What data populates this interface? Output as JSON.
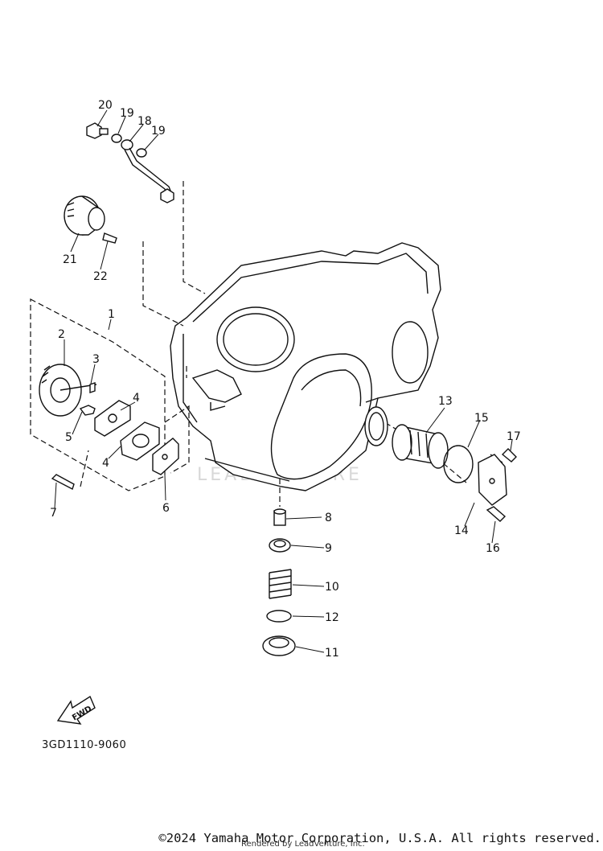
{
  "callouts": [
    {
      "id": "1",
      "text": "1"
    },
    {
      "id": "2",
      "text": "2"
    },
    {
      "id": "3",
      "text": "3"
    },
    {
      "id": "4a",
      "text": "4"
    },
    {
      "id": "4b",
      "text": "4"
    },
    {
      "id": "5",
      "text": "5"
    },
    {
      "id": "6",
      "text": "6"
    },
    {
      "id": "7",
      "text": "7"
    },
    {
      "id": "8",
      "text": "8"
    },
    {
      "id": "9",
      "text": "9"
    },
    {
      "id": "10",
      "text": "10"
    },
    {
      "id": "11",
      "text": "11"
    },
    {
      "id": "12",
      "text": "12"
    },
    {
      "id": "13",
      "text": "13"
    },
    {
      "id": "14",
      "text": "14"
    },
    {
      "id": "15",
      "text": "15"
    },
    {
      "id": "16",
      "text": "16"
    },
    {
      "id": "17",
      "text": "17"
    },
    {
      "id": "18",
      "text": "18"
    },
    {
      "id": "19a",
      "text": "19"
    },
    {
      "id": "19b",
      "text": "19"
    },
    {
      "id": "20",
      "text": "20"
    },
    {
      "id": "21",
      "text": "21"
    },
    {
      "id": "22",
      "text": "22"
    }
  ],
  "diagram_code": "3GD1110-9060",
  "fwd_label": "FWD",
  "watermark": "LEADVENTURE",
  "footer": {
    "copyright": "©2024 Yamaha Motor Corporation, U.S.A. All rights reserved.",
    "rendered_by": "Rendered by LeadVenture, Inc."
  }
}
